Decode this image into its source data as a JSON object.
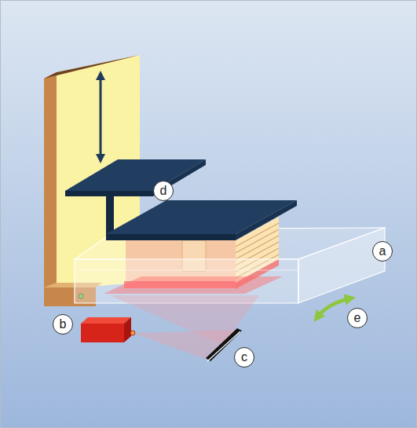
{
  "diagram": {
    "nodes": [
      {
        "text": [
          "d"
        ]
      },
      {
        "text": [
          "a"
        ]
      },
      {
        "text": [
          "b"
        ]
      },
      {
        "text": [
          "e"
        ]
      },
      {
        "text": [
          "c"
        ]
      }
    ]
  }
}
